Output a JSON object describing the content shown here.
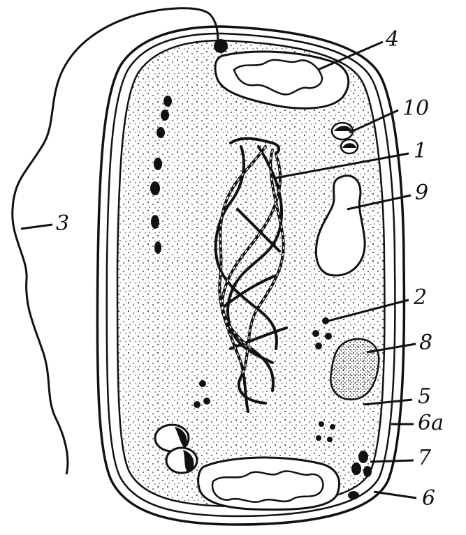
{
  "diagram": {
    "labels": [
      {
        "id": "1",
        "text": "1"
      },
      {
        "id": "2",
        "text": "2"
      },
      {
        "id": "3",
        "text": "3"
      },
      {
        "id": "4",
        "text": "4"
      },
      {
        "id": "5",
        "text": "5"
      },
      {
        "id": "6",
        "text": "6"
      },
      {
        "id": "6a",
        "text": "6a"
      },
      {
        "id": "7",
        "text": "7"
      },
      {
        "id": "8",
        "text": "8"
      },
      {
        "id": "9",
        "text": "9"
      },
      {
        "id": "10",
        "text": "10"
      }
    ],
    "colors": {
      "ink": "#111111",
      "background": "#ffffff"
    }
  }
}
